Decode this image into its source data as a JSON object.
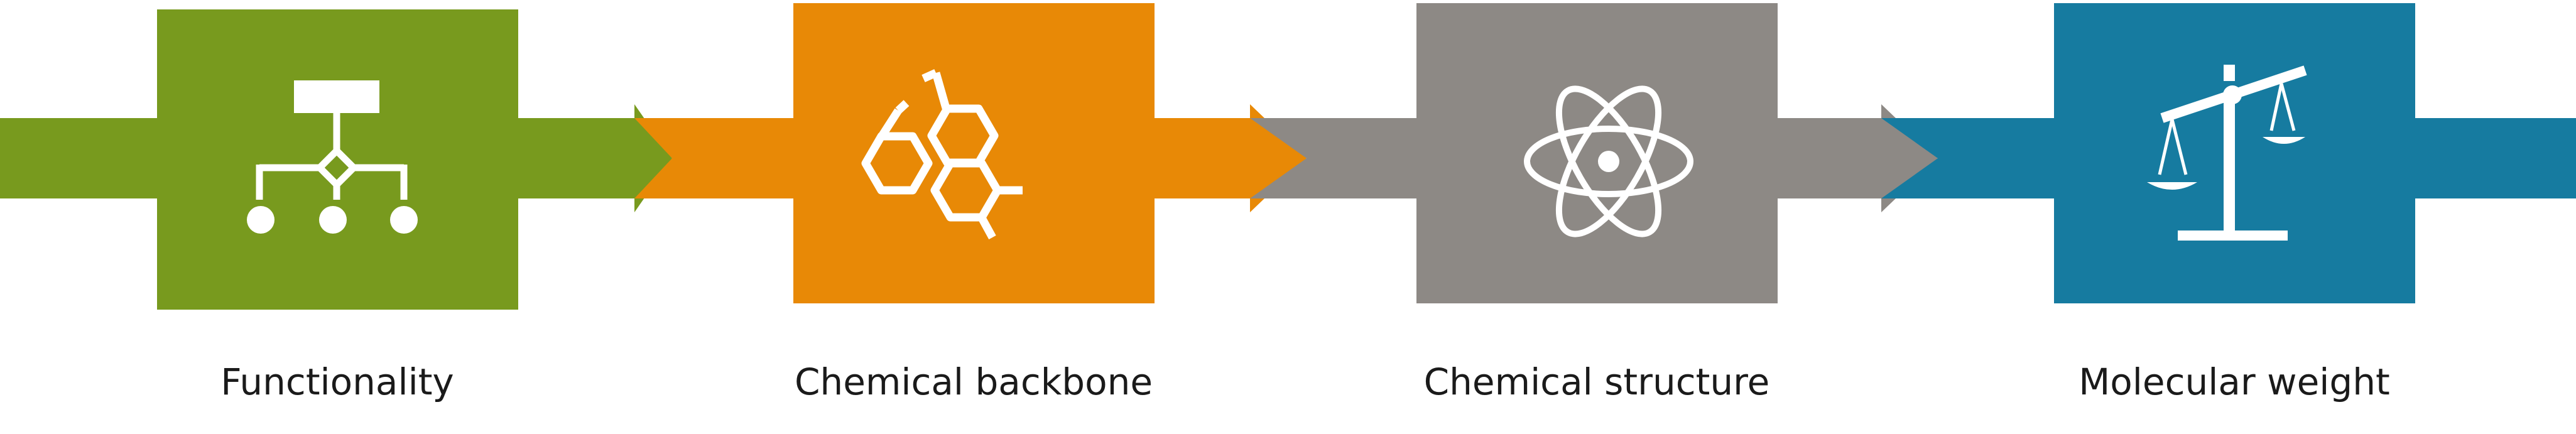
{
  "process": {
    "stages": [
      {
        "id": "functionality",
        "label": "Functionality",
        "color": "#789a1e",
        "icon": "hierarchy-icon"
      },
      {
        "id": "chemical-backbone",
        "label": "Chemical backbone",
        "color": "#e88906",
        "icon": "hexagon-molecule-icon"
      },
      {
        "id": "chemical-structure",
        "label": "Chemical structure",
        "color": "#8d8985",
        "icon": "atom-icon"
      },
      {
        "id": "molecular-weight",
        "label": "Molecular weight",
        "color": "#167ba0",
        "icon": "balance-scale-icon"
      }
    ]
  }
}
